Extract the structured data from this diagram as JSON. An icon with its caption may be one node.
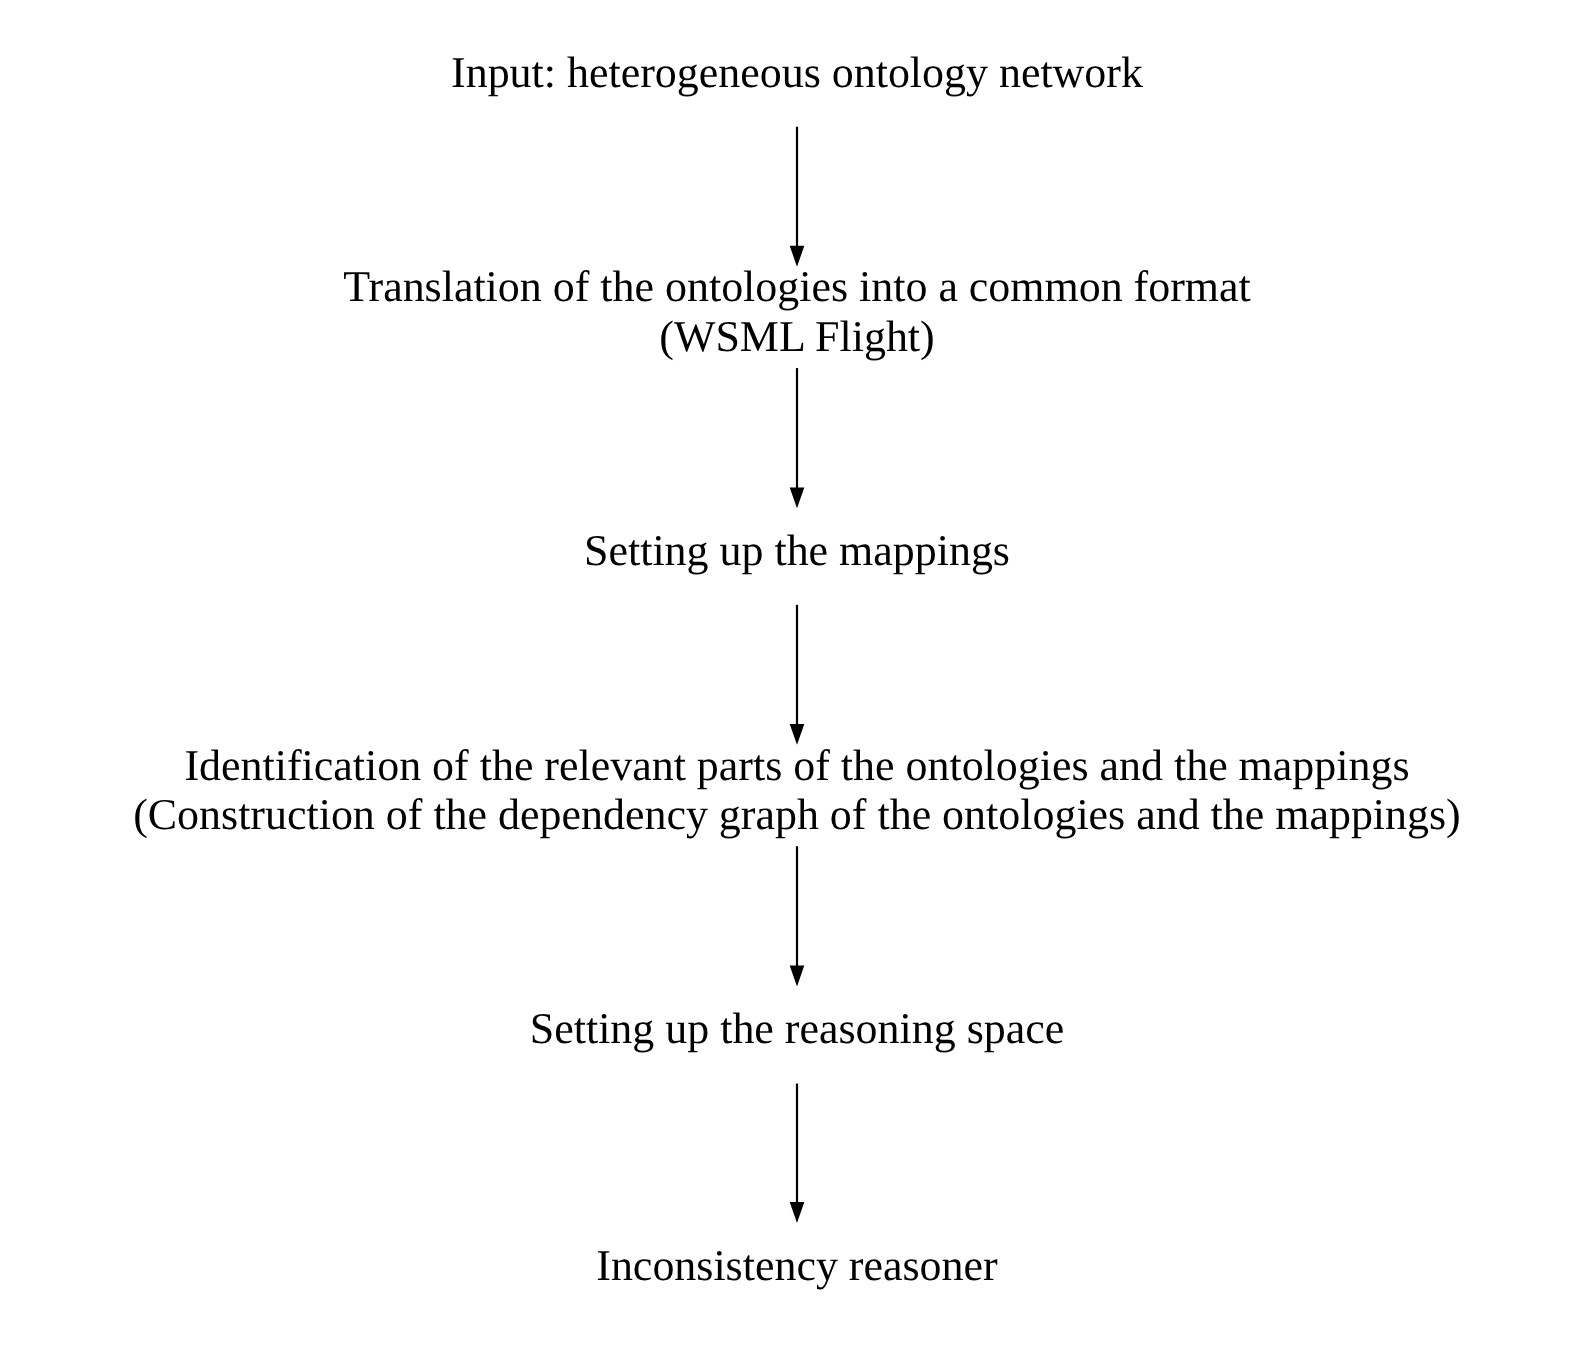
{
  "diagram": {
    "nodes": [
      {
        "text": [
          "Input: heterogeneous ontology network"
        ]
      },
      {
        "text": [
          "Translation of the ontologies into a common format",
          "(WSML Flight)"
        ]
      },
      {
        "text": [
          "Setting up the mappings"
        ]
      },
      {
        "text": [
          "Identification of the relevant parts of the ontologies and the mappings",
          "(Construction of the dependency graph of the ontologies and the mappings)"
        ]
      },
      {
        "text": [
          "Setting up the reasoning space"
        ]
      },
      {
        "text": [
          "Inconsistency reasoner"
        ]
      }
    ],
    "edges": [
      {
        "from": 0,
        "to": 1,
        "arrow": "to"
      },
      {
        "from": 1,
        "to": 2,
        "arrow": "to"
      },
      {
        "from": 2,
        "to": 3,
        "arrow": "to"
      },
      {
        "from": 3,
        "to": 4,
        "arrow": "to"
      },
      {
        "from": 4,
        "to": 5,
        "arrow": "to"
      }
    ]
  }
}
